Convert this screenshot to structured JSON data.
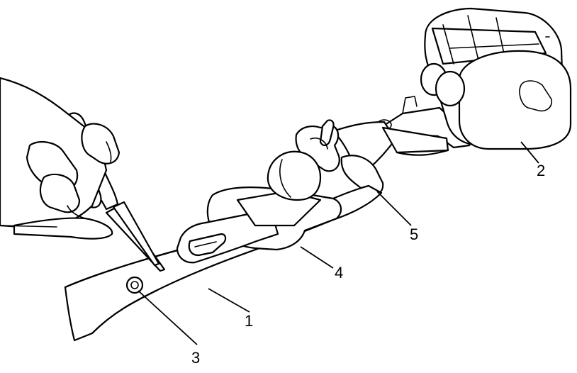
{
  "callouts": {
    "belt": "1",
    "retractor": "2",
    "anchor_hole": "3",
    "tongue_plate": "4",
    "webbing_guide": "5"
  }
}
